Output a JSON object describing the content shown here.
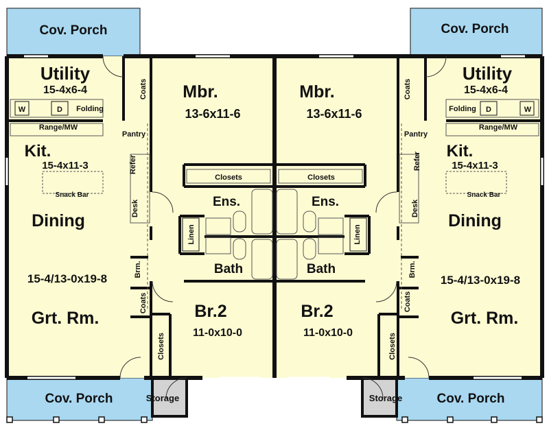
{
  "plan": {
    "colors": {
      "interior": "#fdfbd2",
      "porch": "#a9d8f0",
      "storage": "#d3d3d3",
      "wall": "#111111"
    },
    "left": {
      "porch_top": "Cov. Porch",
      "utility": "Utility",
      "utility_dim": "15-4x6-4",
      "coats_top": "Coats",
      "w": "W",
      "d": "D",
      "folding": "Folding",
      "range": "Range/MW",
      "pantry": "Pantry",
      "kit": "Kit.",
      "kit_dim": "15-4x11-3",
      "refer": "Refer",
      "snack": "Snack Bar",
      "desk": "Desk",
      "dining": "Dining",
      "brm": "Brm.",
      "dining_dim": "15-4/13-0x19-8",
      "coats_mid": "Coats",
      "grt": "Grt. Rm.",
      "closets_side": "Closets",
      "porch_bottom": "Cov. Porch",
      "storage": "Storage",
      "mbr": "Mbr.",
      "mbr_dim": "13-6x11-6",
      "closets": "Closets",
      "ens": "Ens.",
      "linen": "Linen",
      "bath": "Bath",
      "br2": "Br.2",
      "br2_dim": "11-0x10-0"
    },
    "right": {
      "porch_top": "Cov. Porch",
      "utility": "Utility",
      "utility_dim": "15-4x6-4",
      "coats_top": "Coats",
      "w": "W",
      "d": "D",
      "folding": "Folding",
      "range": "Range/MW",
      "pantry": "Pantry",
      "kit": "Kit.",
      "kit_dim": "15-4x11-3",
      "refer": "Refer",
      "snack": "Snack Bar",
      "desk": "Desk",
      "dining": "Dining",
      "brm": "Brm.",
      "dining_dim": "15-4/13-0x19-8",
      "coats_mid": "Coats",
      "grt": "Grt. Rm.",
      "closets_side": "Closets",
      "porch_bottom": "Cov. Porch",
      "storage": "Storage",
      "mbr": "Mbr.",
      "mbr_dim": "13-6x11-6",
      "closets": "Closets",
      "ens": "Ens.",
      "linen": "Linen",
      "bath": "Bath",
      "br2": "Br.2",
      "br2_dim": "11-0x10-0"
    }
  }
}
